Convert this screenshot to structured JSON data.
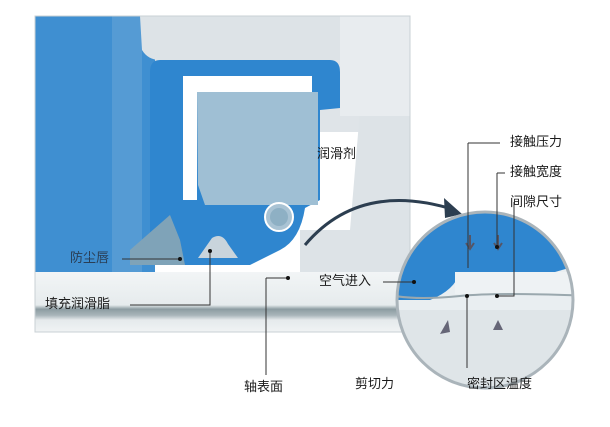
{
  "diagram": {
    "subject": "oil-seal cross-section with magnified sealing zone",
    "colors": {
      "seal_blue": "#2f86cf",
      "housing_blue": "#3f8fd1",
      "housing_gray": "#dfe4e8",
      "shaft_light": "#eef2f4",
      "shaft_dark": "#8a9aa0",
      "leader_line": "#333333",
      "insert_white": "#ffffff"
    },
    "labels": {
      "lubricant": "润滑剂",
      "dust_lip": "防尘唇",
      "filled_grease": "填充润滑脂",
      "shaft_surface": "轴表面",
      "air_entry": "空气进入",
      "shear_force": "剪切力",
      "contact_pressure": "接触压力",
      "contact_width": "接触宽度",
      "gap_size": "间隙尺寸",
      "seal_zone_temperature": "密封区温度"
    }
  }
}
